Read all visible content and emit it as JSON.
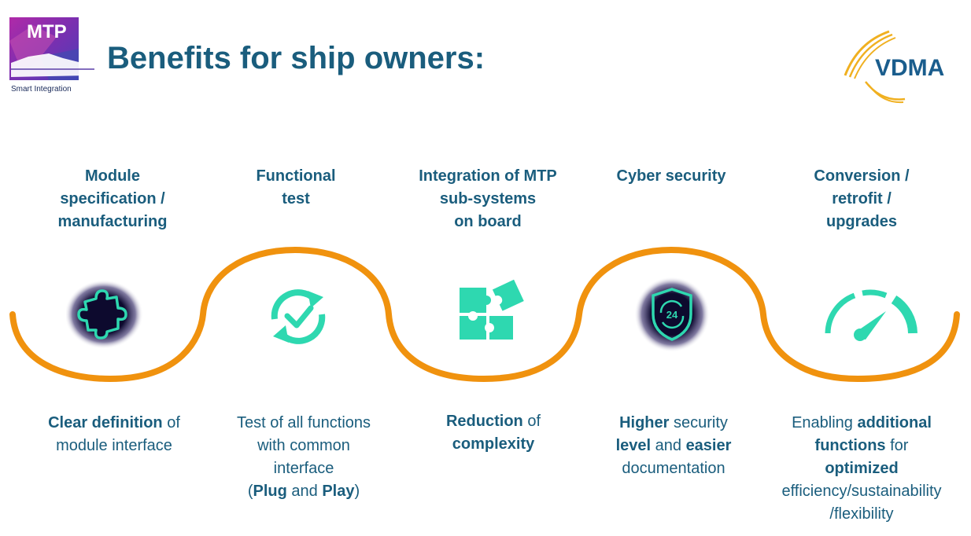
{
  "header": {
    "title": "Benefits for ship owners:",
    "mtp_logo_text": "MTP",
    "mtp_logo_subtitle": "Smart Integration",
    "vdma_logo_text": "VDMA"
  },
  "colors": {
    "title": "#1a5d7d",
    "wave": "#f0920e",
    "icon": "#2ed8b0",
    "icon_dark": "#0d0a2e"
  },
  "stages": [
    {
      "title": [
        "Module",
        "specification /",
        "manufacturing"
      ],
      "icon": "puzzle-piece-icon",
      "benefit": [
        [
          {
            "t": "Clear definition",
            "b": true
          },
          {
            "t": " of",
            "b": false
          }
        ],
        [
          {
            "t": "module interface",
            "b": false
          }
        ]
      ]
    },
    {
      "title": [
        "Functional",
        "test"
      ],
      "icon": "refresh-check-icon",
      "benefit": [
        [
          {
            "t": "Test of all functions",
            "b": false
          }
        ],
        [
          {
            "t": "with common",
            "b": false
          }
        ],
        [
          {
            "t": "interface",
            "b": false
          }
        ],
        [
          {
            "t": "(",
            "b": false
          },
          {
            "t": "Plug",
            "b": true
          },
          {
            "t": " and ",
            "b": false
          },
          {
            "t": "Play",
            "b": true
          },
          {
            "t": ")",
            "b": false
          }
        ]
      ]
    },
    {
      "title": [
        "Integration of MTP",
        "sub-systems",
        "on board"
      ],
      "icon": "puzzle-pieces-icon",
      "benefit": [
        [
          {
            "t": "Reduction",
            "b": true
          },
          {
            "t": " of",
            "b": false
          }
        ],
        [
          {
            "t": "complexity",
            "b": true
          }
        ]
      ]
    },
    {
      "title": [
        "Cyber security"
      ],
      "icon": "shield-24-icon",
      "icon_text": "24",
      "benefit": [
        [
          {
            "t": "Higher",
            "b": true
          },
          {
            "t": " security",
            "b": false
          }
        ],
        [
          {
            "t": "level",
            "b": true
          },
          {
            "t": " and ",
            "b": false
          },
          {
            "t": "easier",
            "b": true
          }
        ],
        [
          {
            "t": "documentation",
            "b": false
          }
        ]
      ]
    },
    {
      "title": [
        "Conversion /",
        "retrofit /",
        "upgrades"
      ],
      "icon": "speedometer-icon",
      "benefit": [
        [
          {
            "t": "Enabling ",
            "b": false
          },
          {
            "t": "additional",
            "b": true
          }
        ],
        [
          {
            "t": "functions",
            "b": true
          },
          {
            "t": " for",
            "b": false
          }
        ],
        [
          {
            "t": "optimized",
            "b": true
          }
        ],
        [
          {
            "t": "efficiency/sustainability",
            "b": false
          }
        ],
        [
          {
            "t": "/flexibility",
            "b": false
          }
        ]
      ]
    }
  ]
}
